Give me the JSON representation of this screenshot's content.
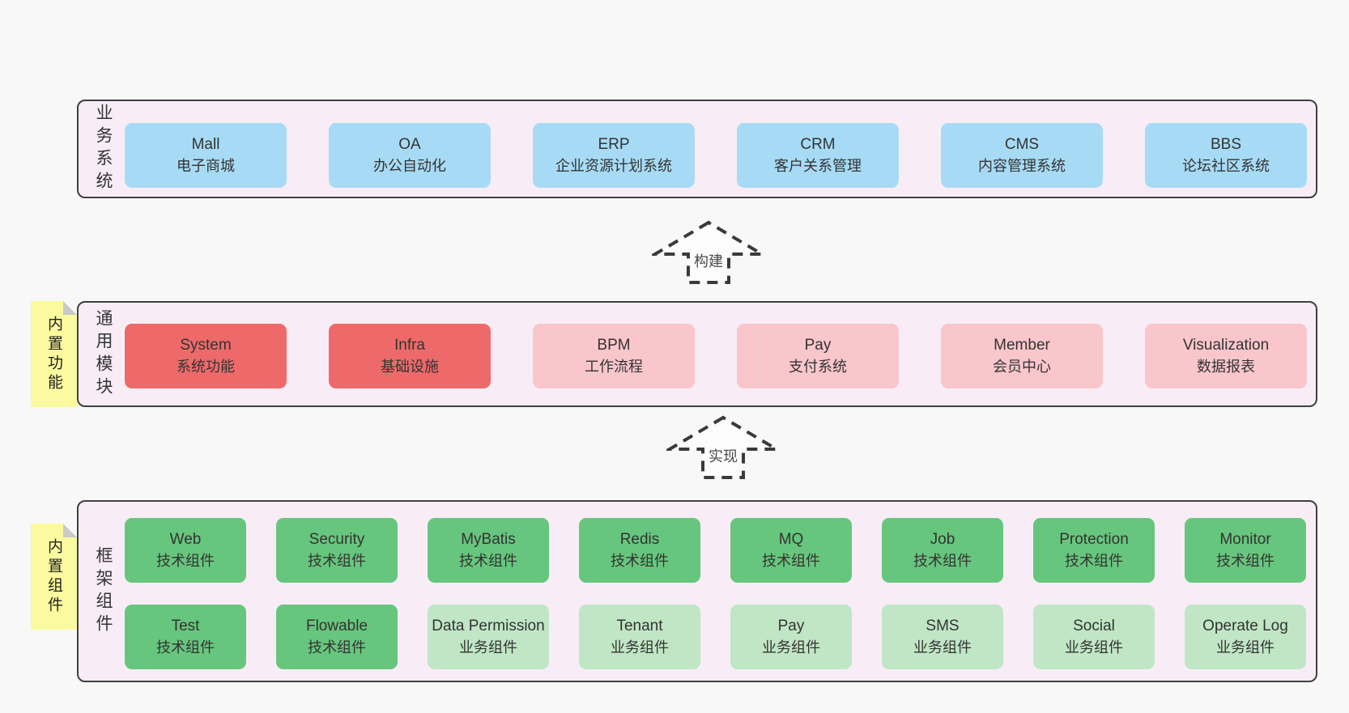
{
  "colors": {
    "page_bg": "#f8f8f8",
    "band_bg": "#f8edf6",
    "band_border": "#3f3f3f",
    "blue": "#a7dbf5",
    "red": "#ee6a6a",
    "pink": "#f9c6cc",
    "green": "#67c67d",
    "light_green": "#c0e6c5",
    "sticky_yellow": "#fbfa9e",
    "sticky_fold": "#c9c9c9",
    "arrow_stroke": "#3a3a3a",
    "text": "#333333"
  },
  "arrows": [
    {
      "label": "构建"
    },
    {
      "label": "实现"
    }
  ],
  "bands": [
    {
      "id": "business-systems",
      "label": "业务系统",
      "rows": [
        [
          {
            "name": "Mall",
            "desc": "电子商城",
            "color": "blue"
          },
          {
            "name": "OA",
            "desc": "办公自动化",
            "color": "blue"
          },
          {
            "name": "ERP",
            "desc": "企业资源计划系统",
            "color": "blue"
          },
          {
            "name": "CRM",
            "desc": "客户关系管理",
            "color": "blue"
          },
          {
            "name": "CMS",
            "desc": "内容管理系统",
            "color": "blue"
          },
          {
            "name": "BBS",
            "desc": "论坛社区系统",
            "color": "blue"
          }
        ]
      ]
    },
    {
      "id": "common-modules",
      "label": "通用模块",
      "sticky": "内置功能",
      "rows": [
        [
          {
            "name": "System",
            "desc": "系统功能",
            "color": "red"
          },
          {
            "name": "Infra",
            "desc": "基础设施",
            "color": "red"
          },
          {
            "name": "BPM",
            "desc": "工作流程",
            "color": "pink"
          },
          {
            "name": "Pay",
            "desc": "支付系统",
            "color": "pink"
          },
          {
            "name": "Member",
            "desc": "会员中心",
            "color": "pink"
          },
          {
            "name": "Visualization",
            "desc": "数据报表",
            "color": "pink"
          }
        ]
      ]
    },
    {
      "id": "framework-components",
      "label": "框架组件",
      "sticky": "内置组件",
      "rows": [
        [
          {
            "name": "Web",
            "desc": "技术组件",
            "color": "green"
          },
          {
            "name": "Security",
            "desc": "技术组件",
            "color": "green"
          },
          {
            "name": "MyBatis",
            "desc": "技术组件",
            "color": "green"
          },
          {
            "name": "Redis",
            "desc": "技术组件",
            "color": "green"
          },
          {
            "name": "MQ",
            "desc": "技术组件",
            "color": "green"
          },
          {
            "name": "Job",
            "desc": "技术组件",
            "color": "green"
          },
          {
            "name": "Protection",
            "desc": "技术组件",
            "color": "green"
          },
          {
            "name": "Monitor",
            "desc": "技术组件",
            "color": "green"
          }
        ],
        [
          {
            "name": "Test",
            "desc": "技术组件",
            "color": "green"
          },
          {
            "name": "Flowable",
            "desc": "技术组件",
            "color": "green"
          },
          {
            "name": "Data Permission",
            "desc": "业务组件",
            "color": "light_green"
          },
          {
            "name": "Tenant",
            "desc": "业务组件",
            "color": "light_green"
          },
          {
            "name": "Pay",
            "desc": "业务组件",
            "color": "light_green"
          },
          {
            "name": "SMS",
            "desc": "业务组件",
            "color": "light_green"
          },
          {
            "name": "Social",
            "desc": "业务组件",
            "color": "light_green"
          },
          {
            "name": "Operate Log",
            "desc": "业务组件",
            "color": "light_green"
          }
        ]
      ]
    }
  ]
}
